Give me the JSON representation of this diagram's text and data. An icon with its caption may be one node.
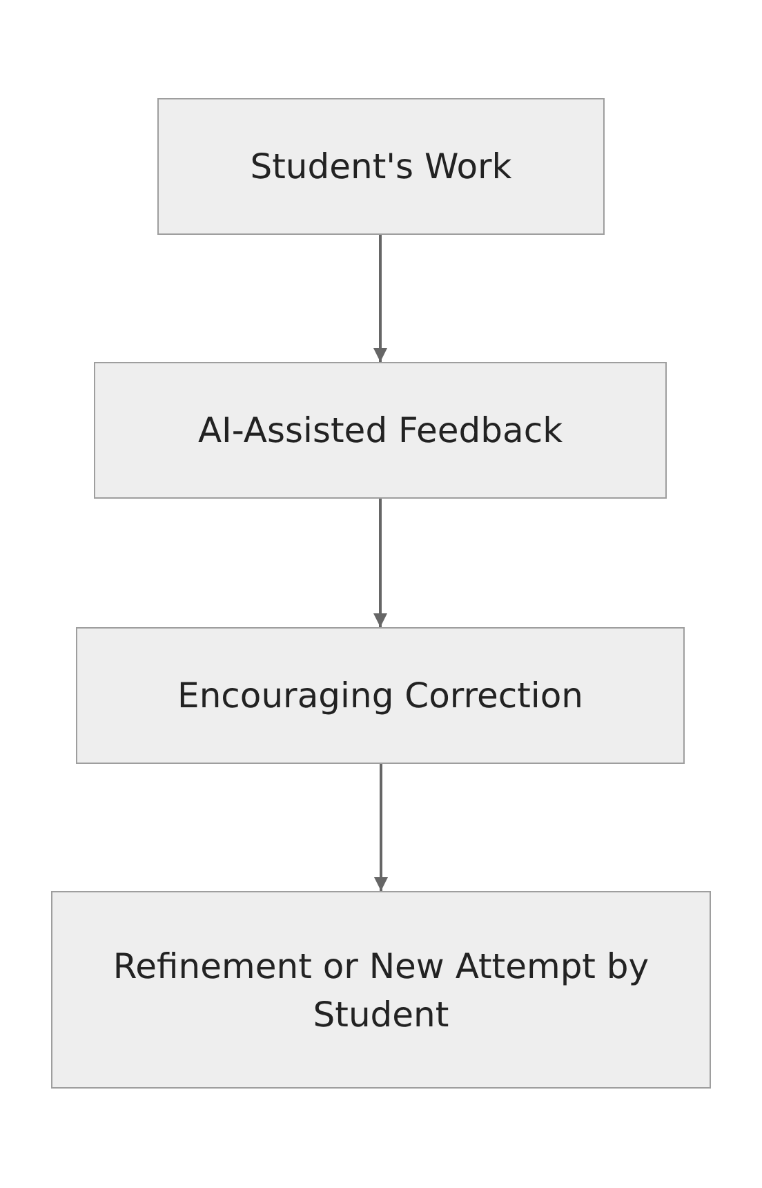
{
  "diagram": {
    "nodes": [
      {
        "text": [
          "Student's Work"
        ]
      },
      {
        "text": [
          "AI-Assisted Feedback"
        ]
      },
      {
        "text": [
          "Encouraging Correction"
        ]
      },
      {
        "text": [
          "Refinement or New Attempt by Student"
        ]
      }
    ],
    "edges": [
      {
        "from": 0,
        "to": 1,
        "arrow": "to"
      },
      {
        "from": 1,
        "to": 2,
        "arrow": "to"
      },
      {
        "from": 2,
        "to": 3,
        "arrow": "to"
      }
    ]
  }
}
